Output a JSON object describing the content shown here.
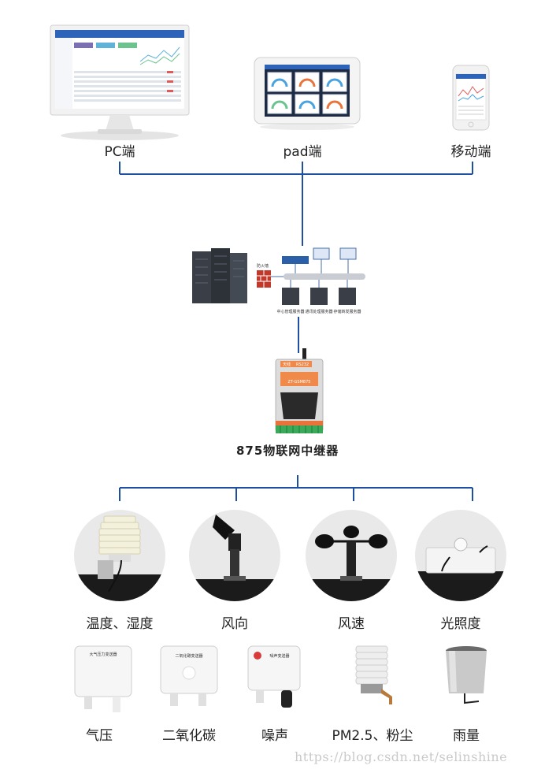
{
  "devices": {
    "pc": {
      "label": "PC端"
    },
    "pad": {
      "label": "pad端"
    },
    "mobile": {
      "label": "移动端"
    }
  },
  "server": {
    "firewall_label": "防火墙",
    "server_labels": [
      "中心管理服务器",
      "通讯处理服务器",
      "存储转发服务器"
    ]
  },
  "relay": {
    "label": "875物联网中继器",
    "sticker_left": "天线",
    "sticker_right": "RS232",
    "model": "ZT-GSM875"
  },
  "sensors_primary": [
    {
      "label": "温度、湿度",
      "icon": "louver-shield-sensor"
    },
    {
      "label": "风向",
      "icon": "wind-vane-sensor"
    },
    {
      "label": "风速",
      "icon": "anemometer-sensor"
    },
    {
      "label": "光照度",
      "icon": "light-sensor"
    }
  ],
  "sensors_secondary": [
    {
      "label": "气压",
      "box_text": "大气压力变送器"
    },
    {
      "label": "二氧化碳",
      "box_text": "二氧化碳变送器"
    },
    {
      "label": "噪声",
      "box_text": "噪声变送器"
    },
    {
      "label": "PM2.5、粉尘"
    },
    {
      "label": "雨量"
    }
  ],
  "watermark": "https://blog.csdn.net/selinshine",
  "colors": {
    "connector": "#1e4fa0",
    "accent_orange": "#e8743b",
    "screen_blue": "#2d63b8"
  }
}
